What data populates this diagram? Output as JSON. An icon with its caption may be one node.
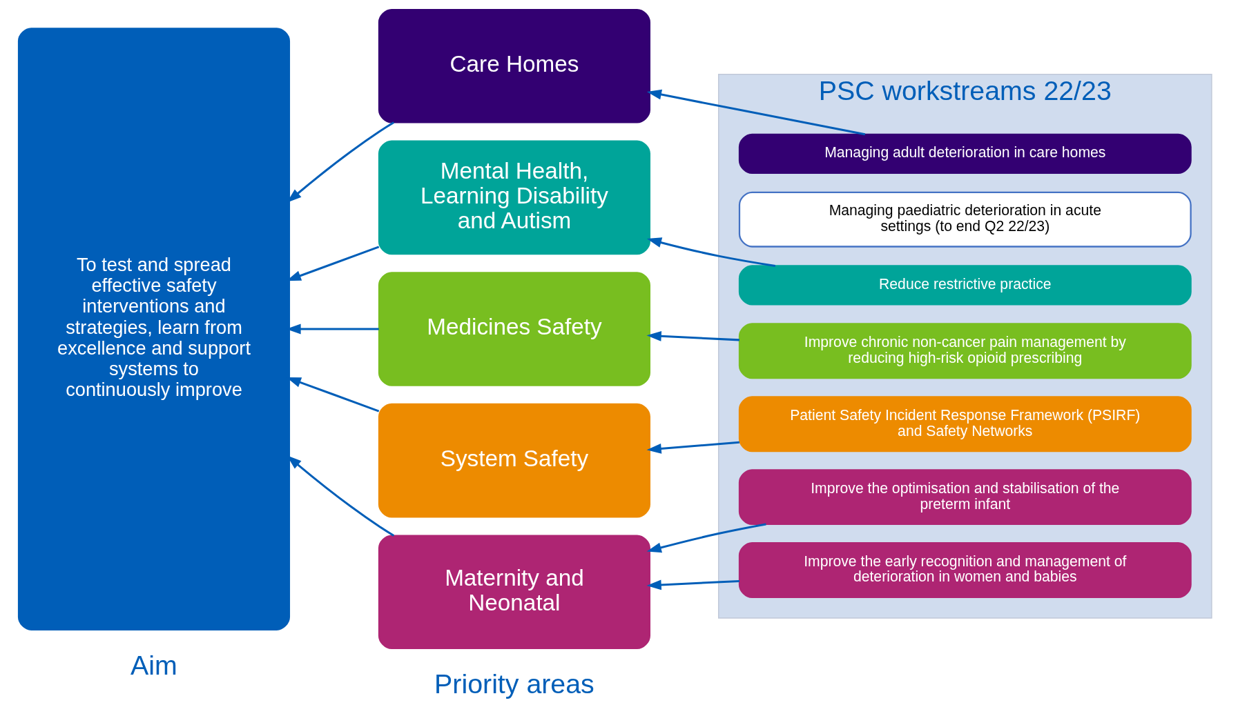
{
  "diagram": {
    "nodes": [
      {
        "text": [
          "To test and spread effective safety interventions and strategies, learn from excellence and support systems to continuously improve"
        ]
      },
      {
        "text": [
          "Care Homes"
        ]
      },
      {
        "text": [
          "Mental Health, Learning Disability and Autism"
        ]
      },
      {
        "text": [
          "Medicines Safety"
        ]
      },
      {
        "text": [
          "System Safety"
        ]
      },
      {
        "text": [
          "Maternity and Neonatal"
        ]
      },
      {
        "text": [
          "PSC workstreams 22/23"
        ]
      },
      {
        "text": [
          "Managing adult deterioration in care homes"
        ],
        "in": 6
      },
      {
        "text": [
          "Managing paediatric deterioration in acute settings (to end Q2 22/23)"
        ],
        "in": 6
      },
      {
        "text": [
          "Reduce restrictive practice"
        ],
        "in": 6
      },
      {
        "text": [
          "Improve chronic non-cancer pain management by reducing high-risk opioid prescribing"
        ],
        "in": 6
      },
      {
        "text": [
          "Patient Safety Incident Response Framework (PSIRF) and Safety Networks"
        ],
        "in": 6
      },
      {
        "text": [
          "Improve the optimisation and stabilisation of the preterm infant"
        ],
        "in": 6
      },
      {
        "text": [
          "Improve the early recognition and management of deterioration in women and babies"
        ],
        "in": 6
      }
    ],
    "edges": [
      {
        "from": 7,
        "to": 1,
        "arrow": "to"
      },
      {
        "from": 9,
        "to": 2,
        "arrow": "to"
      },
      {
        "from": 10,
        "to": 3,
        "arrow": "to"
      },
      {
        "from": 11,
        "to": 4,
        "arrow": "to"
      },
      {
        "from": 12,
        "to": 5,
        "arrow": "to"
      },
      {
        "from": 13,
        "to": 5,
        "arrow": "to"
      },
      {
        "from": 1,
        "to": 0,
        "arrow": "to"
      },
      {
        "from": 2,
        "to": 0,
        "arrow": "to"
      },
      {
        "from": 3,
        "to": 0,
        "arrow": "to"
      },
      {
        "from": 4,
        "to": 0,
        "arrow": "to"
      },
      {
        "from": 5,
        "to": 0,
        "arrow": "to"
      }
    ],
    "labels": [
      "Aim",
      "Priority areas"
    ]
  }
}
